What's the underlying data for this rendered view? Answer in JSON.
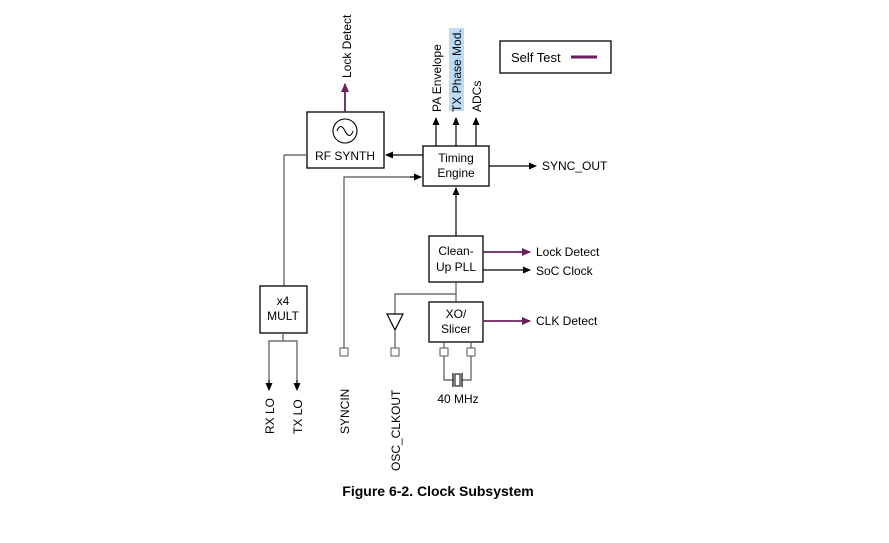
{
  "blocks": {
    "rf_synth": "RF SYNTH",
    "timing_line1": "Timing",
    "timing_line2": "Engine",
    "cleanup_line1": "Clean-",
    "cleanup_line2": "Up PLL",
    "xo_line1": "XO/",
    "xo_line2": "Slicer",
    "mult_line1": "x4",
    "mult_line2": "MULT"
  },
  "signals": {
    "lock_detect_top": "Lock Detect",
    "pa_envelope": "PA Envelope",
    "tx_phase_mod": "TX Phase Mod.",
    "adcs": "ADCs",
    "sync_out": "SYNC_OUT",
    "lock_detect_pll": "Lock Detect",
    "soc_clock": "SoC Clock",
    "clk_detect": "CLK Detect",
    "rx_lo": "RX LO",
    "tx_lo": "TX LO",
    "syncin": "SYNCIN",
    "osc_clkout": "OSC_CLKOUT",
    "crystal_freq": "40 MHz"
  },
  "legend": {
    "label": "Self Test",
    "color": "#6b1f5c"
  },
  "caption": "Figure 6-2. Clock Subsystem",
  "colors": {
    "highlight": "#bcdcf5",
    "self_test": "#6b1f5c"
  }
}
